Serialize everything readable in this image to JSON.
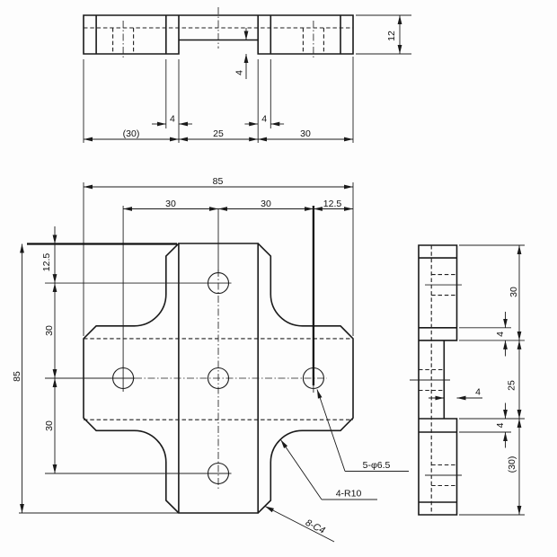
{
  "views": {
    "front": {
      "dims": {
        "seg_left": "(30)",
        "seg_mid": "25",
        "seg_right": "30",
        "wall_left": "4",
        "wall_right": "4",
        "recess_depth": "4",
        "thickness": "12"
      }
    },
    "plan": {
      "dims": {
        "overall_width": "85",
        "col_left": "30",
        "col_right": "30",
        "col_edge": "12.5",
        "overall_height": "85",
        "row_top": "12.5",
        "row_mid": "30",
        "row_bottom": "30"
      },
      "annotations": {
        "holes": "5-φ6.5",
        "fillets": "4-R10",
        "chamfers": "8-C4"
      }
    },
    "side": {
      "dims": {
        "seg_top": "30",
        "wall_top": "4",
        "seg_mid": "25",
        "wall_bottom": "4",
        "seg_bottom": "(30)",
        "recess_depth": "4"
      }
    }
  }
}
